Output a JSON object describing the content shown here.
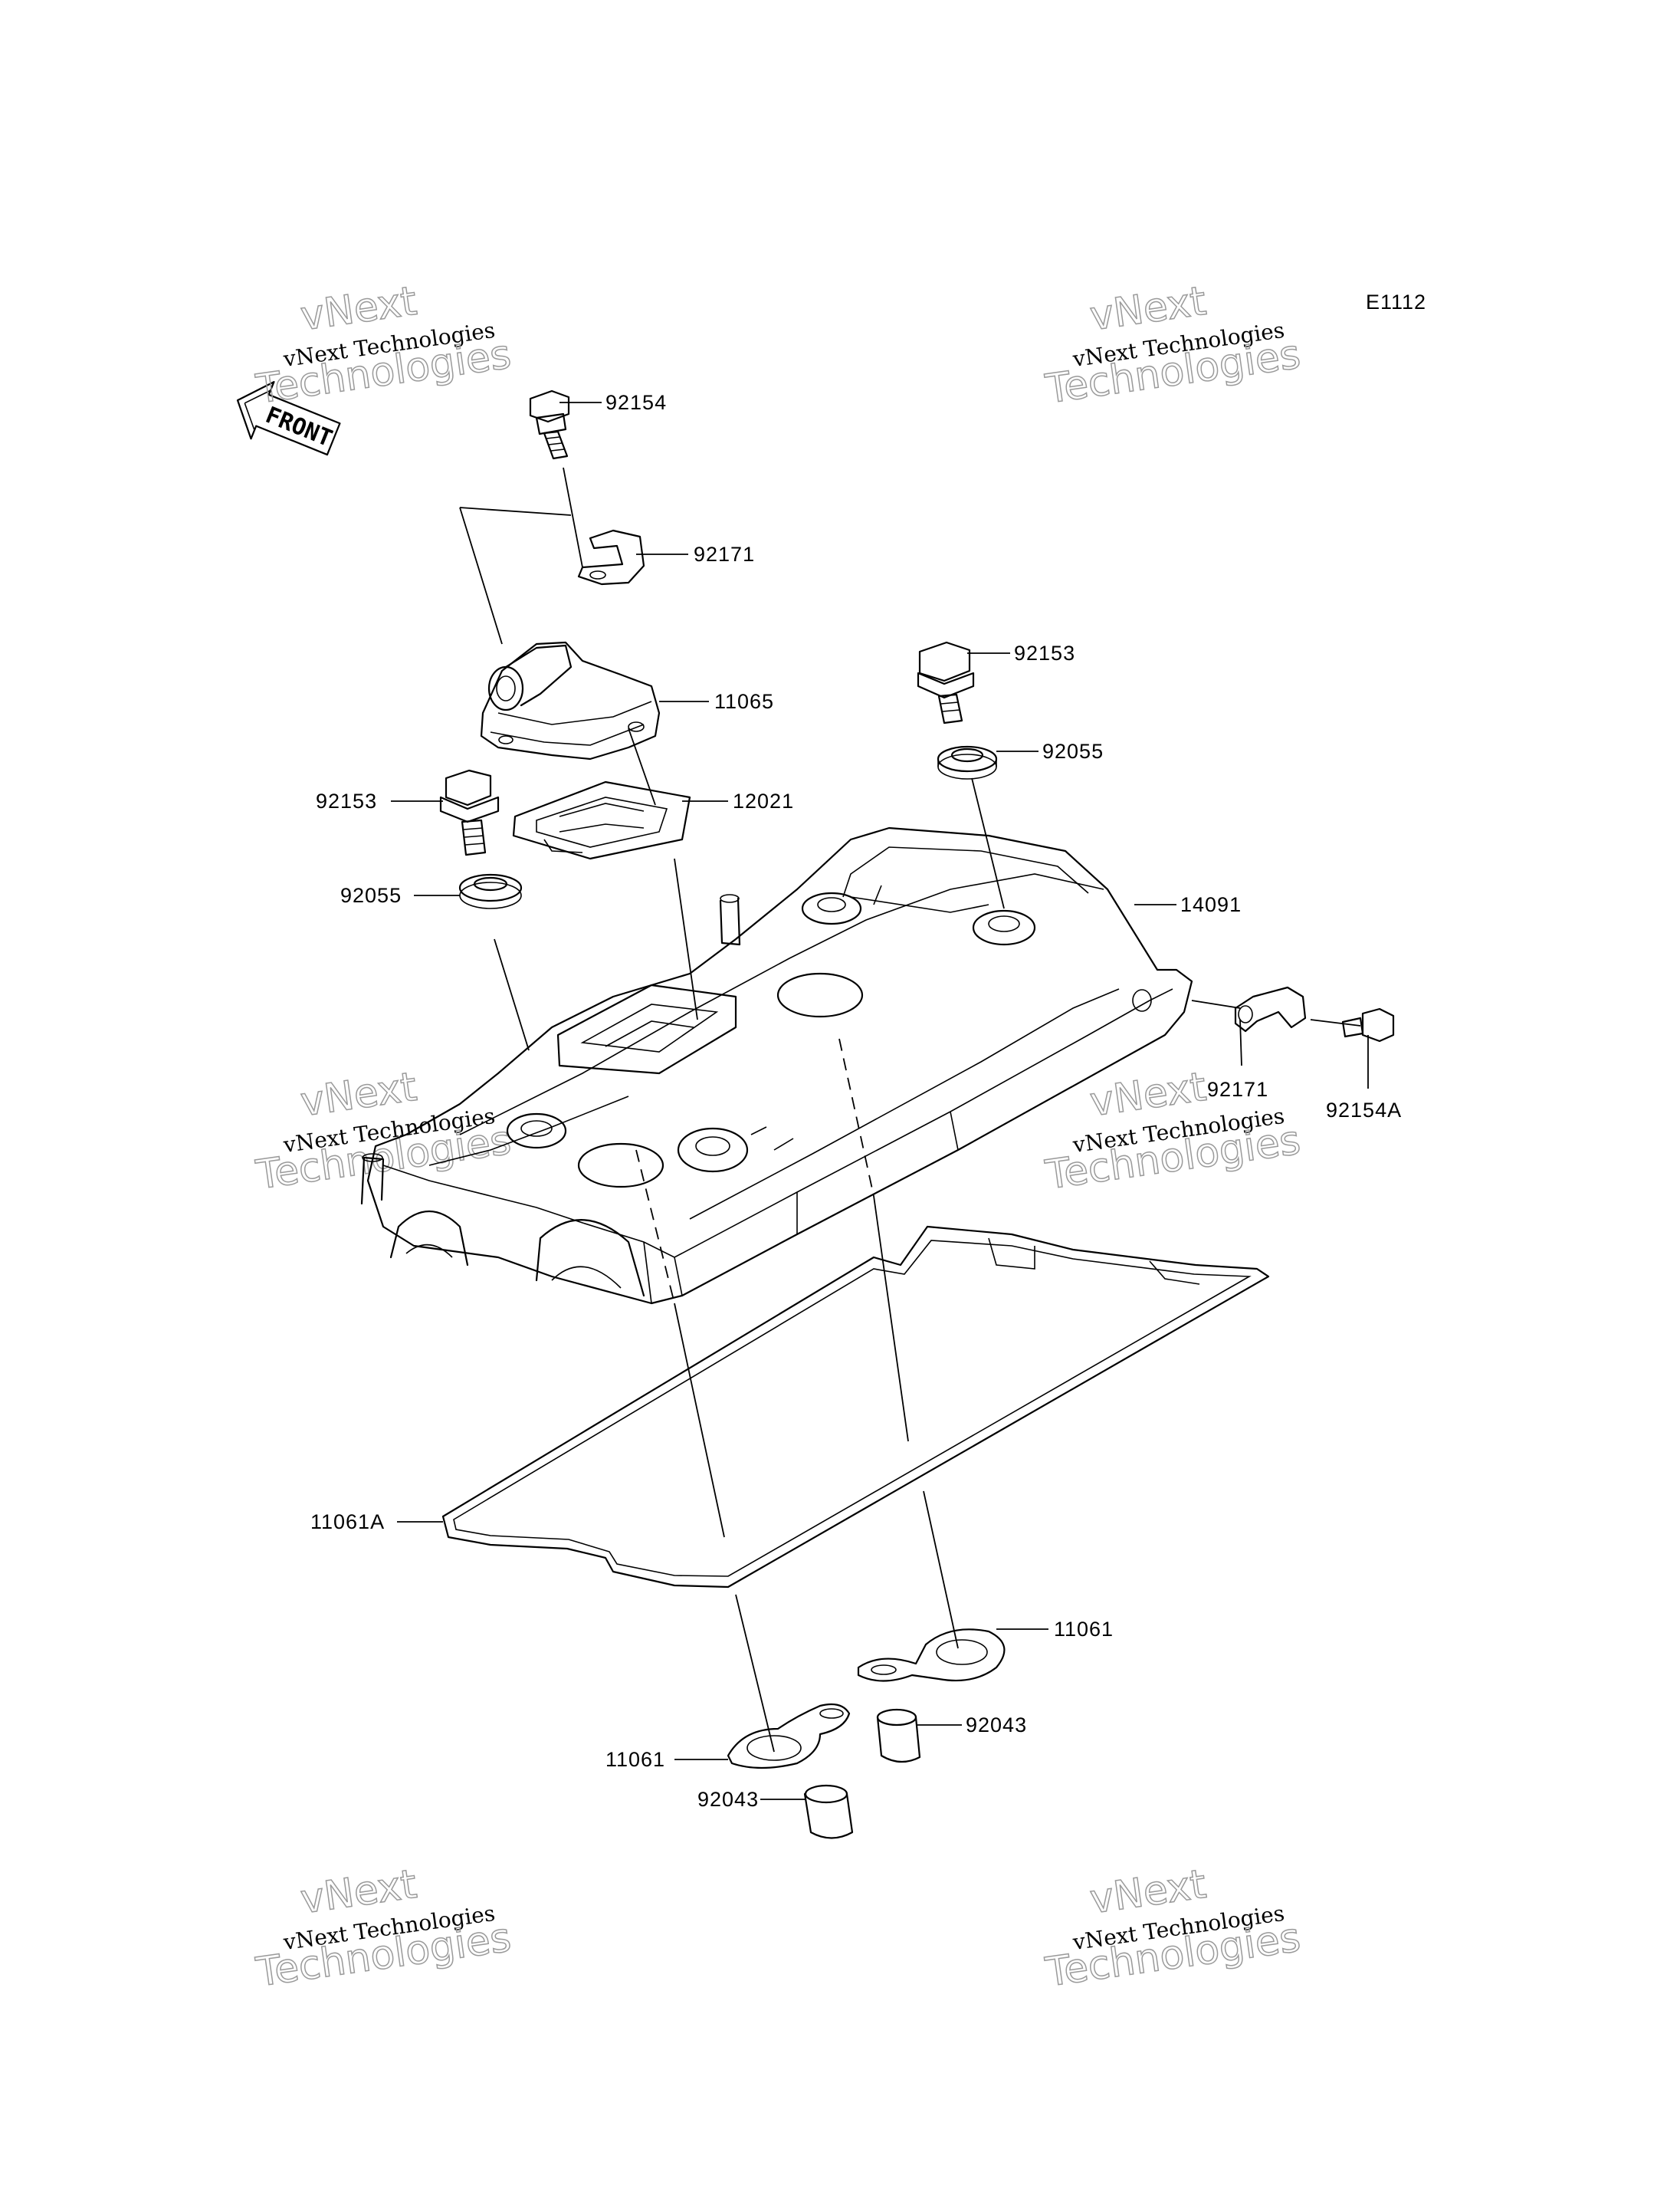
{
  "diagram_code": "E1112",
  "front_label": "FRONT",
  "watermark": {
    "line1": "vNext Technologies",
    "line2": "vNext",
    "line3": "Technologies"
  },
  "callouts": {
    "bolt_top": "92154",
    "clamp_top": "92171",
    "breather_cover": "11065",
    "bolt_right": "92153",
    "washer_right": "92055",
    "bolt_left": "92153",
    "breather_plate": "12021",
    "washer_left": "92055",
    "head_cover": "14091",
    "clamp_side": "92171",
    "bolt_side": "92154A",
    "cover_gasket": "11061A",
    "plug_gasket_right": "11061",
    "collar_right": "92043",
    "plug_gasket_left": "11061",
    "collar_left": "92043"
  }
}
